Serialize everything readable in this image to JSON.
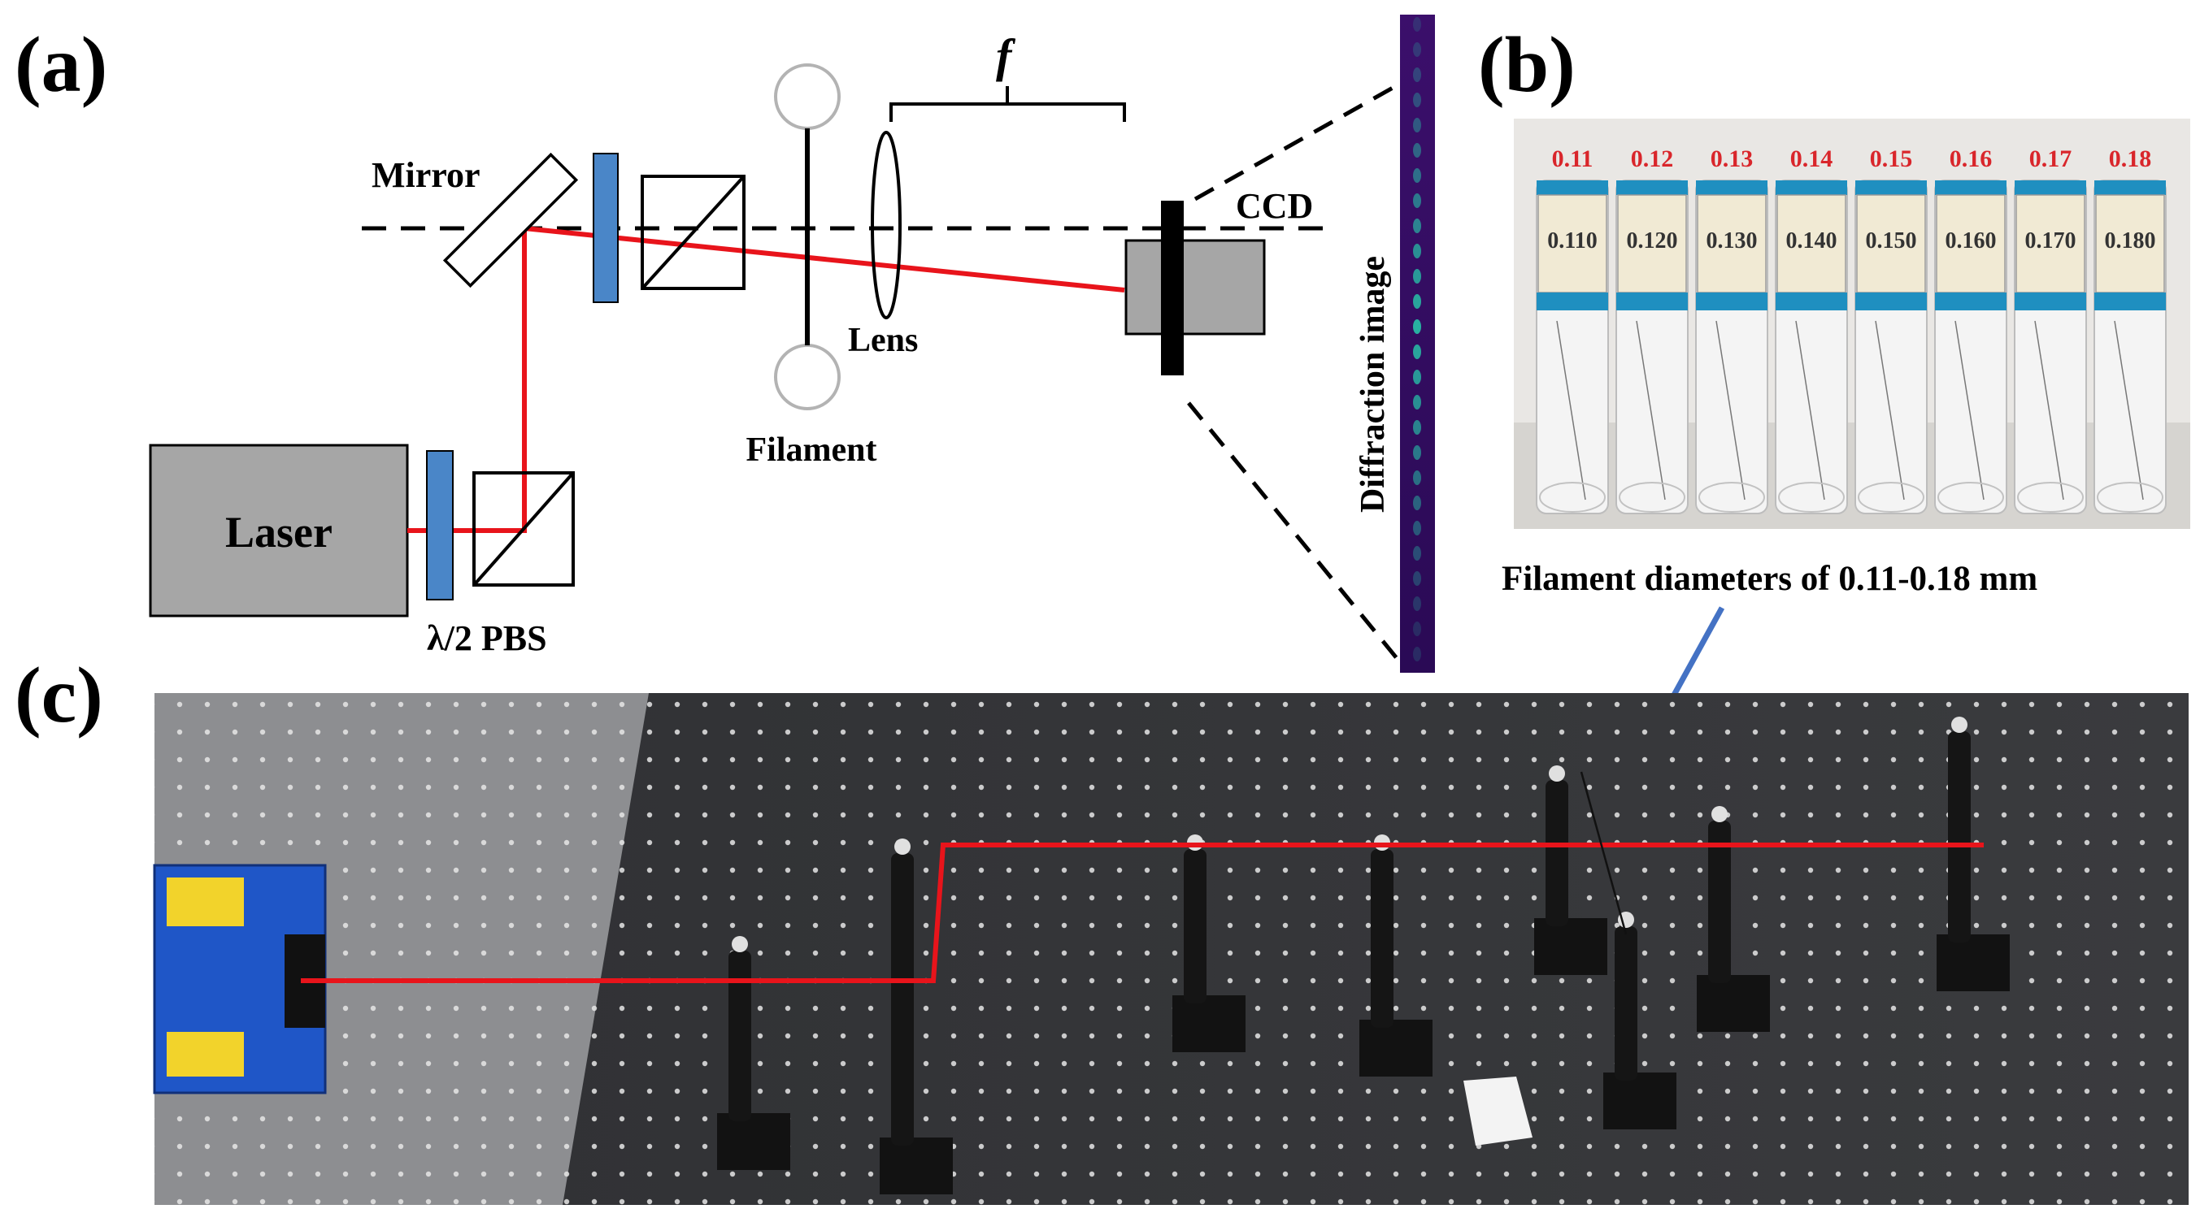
{
  "panels": {
    "a": {
      "label": "(a)",
      "mirror": "Mirror",
      "ccd": "CCD",
      "focal": "f",
      "lens": "Lens",
      "filament": "Filament",
      "laser": "Laser",
      "optics": "λ/2 PBS",
      "diffraction": "Diffraction image"
    },
    "b": {
      "label": "(b)",
      "tubes": [
        {
          "top": "0.11",
          "label": "0.110"
        },
        {
          "top": "0.12",
          "label": "0.120"
        },
        {
          "top": "0.13",
          "label": "0.130"
        },
        {
          "top": "0.14",
          "label": "0.140"
        },
        {
          "top": "0.15",
          "label": "0.150"
        },
        {
          "top": "0.16",
          "label": "0.160"
        },
        {
          "top": "0.17",
          "label": "0.170"
        },
        {
          "top": "0.18",
          "label": "0.180"
        }
      ],
      "caption": "Filament diameters of 0.11-0.18 mm"
    },
    "c": {
      "label": "(c)"
    }
  },
  "colors": {
    "beam": "#e8141b",
    "waveplate": "#4a86c8",
    "device_gray": "#a6a6a6",
    "diffraction_bg": "#3b0f6b",
    "arrow": "#4472c4",
    "tube_tag_red": "#d9262b",
    "tube_band": "#1f8fc0"
  }
}
